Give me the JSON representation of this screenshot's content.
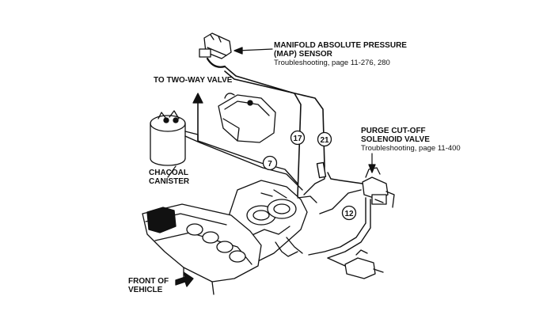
{
  "labels": {
    "map_sensor": {
      "line1": "MANIFOLD ABSOLUTE PRESSURE",
      "line2": "(MAP) SENSOR",
      "ref": "Troubleshooting, page 11-276, 280"
    },
    "two_way_valve": "TO TWO-WAY VALVE",
    "charcoal": {
      "line1": "CHACOAL",
      "line2": "CANISTER"
    },
    "purge_valve": {
      "line1": "PURGE CUT-OFF",
      "line2": "SOLENOID VALVE",
      "ref": "Troubleshooting, page 11-400"
    },
    "front": {
      "line1": "FRONT OF",
      "line2": "VEHICLE"
    }
  },
  "callouts": [
    "17",
    "21",
    "7",
    "12"
  ]
}
